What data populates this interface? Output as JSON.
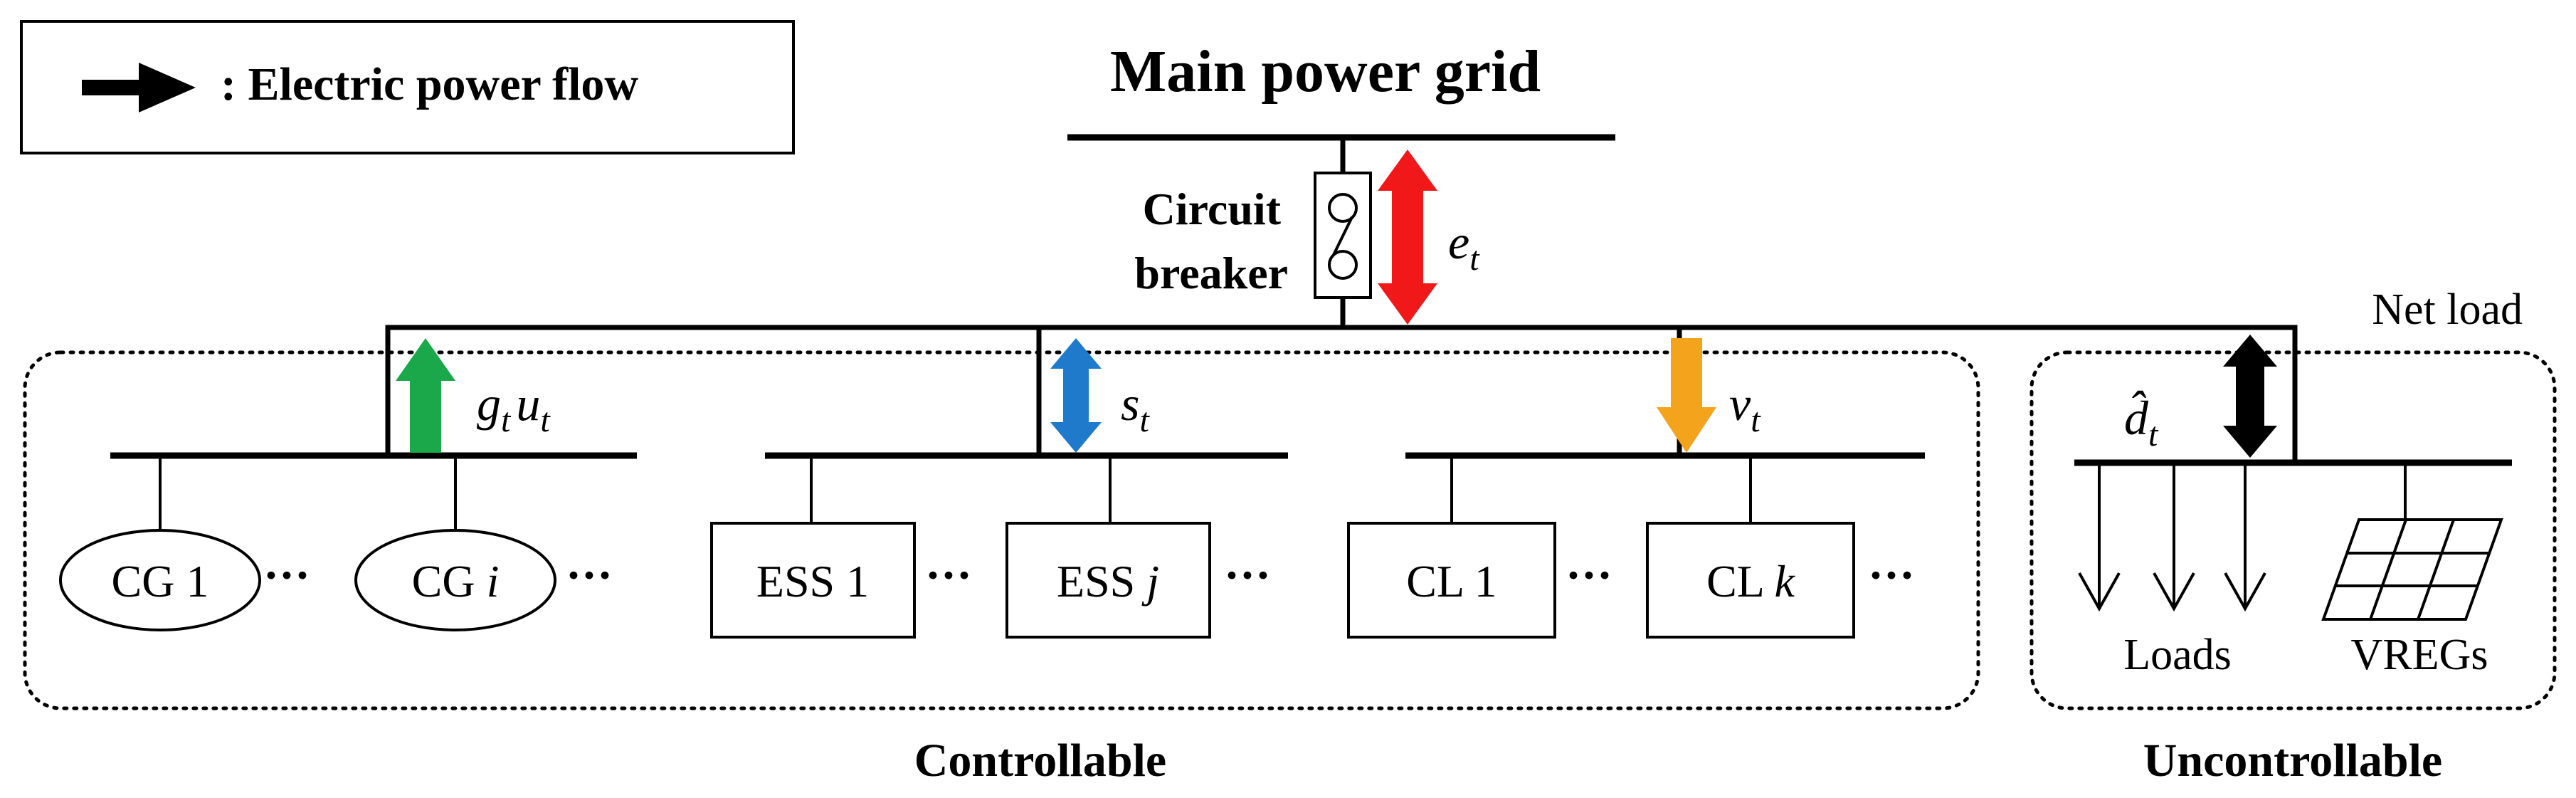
{
  "legend": {
    "label": ": Electric power flow"
  },
  "grid": {
    "title": "Main power grid"
  },
  "breaker": {
    "line1": "Circuit",
    "line2": "breaker",
    "flow_symbol": "e",
    "flow_sub": "t"
  },
  "net_load_label": "Net load",
  "groups": {
    "controllable": "Controllable",
    "uncontrollable": "Uncontrollable"
  },
  "flows": {
    "generation": {
      "sym1": "g",
      "sub1": "t",
      "sym2": "u",
      "sub2": "t",
      "color": "#1aa84a"
    },
    "storage": {
      "sym": "s",
      "sub": "t",
      "color": "#1f7acc"
    },
    "load": {
      "sym": "v",
      "sub": "t",
      "color": "#f4a31c"
    },
    "grid": {
      "color": "#f01818"
    },
    "net": {
      "sym": "d̂",
      "sub": "t",
      "color": "#000000"
    }
  },
  "units": {
    "cg1": "CG 1",
    "cgi": {
      "text": "CG ",
      "idx": "i"
    },
    "ess1": "ESS 1",
    "essj": {
      "text": "ESS ",
      "idx": "j"
    },
    "cl1": "CL 1",
    "clk": {
      "text": "CL ",
      "idx": "k"
    }
  },
  "ellipsis": "···",
  "uncontrollable": {
    "loads": "Loads",
    "vregs": "VREGs"
  }
}
